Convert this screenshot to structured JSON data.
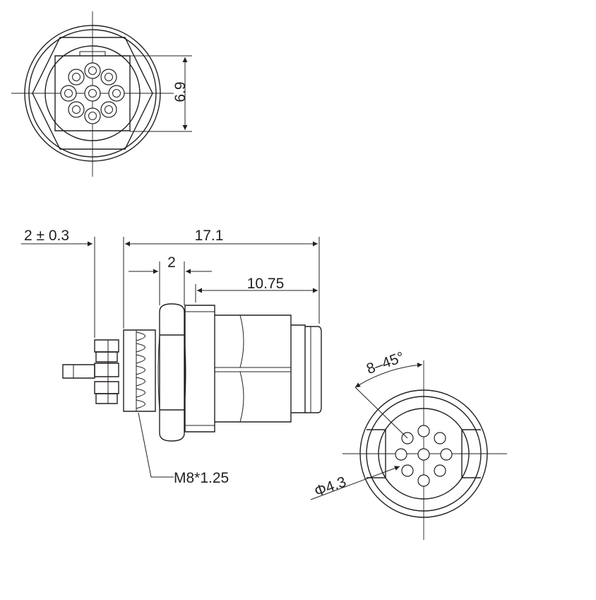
{
  "dimensions": {
    "face_width": "6.9",
    "pin_offset": "2 ± 0.3",
    "total_length": "17.1",
    "nut_width": "2",
    "body_length": "10.75",
    "thread": "M8*1.25",
    "pin_angle": "8–45°",
    "pin_circle": "Φ4.3"
  },
  "colors": {
    "line": "#231f20",
    "background": "#ffffff"
  }
}
